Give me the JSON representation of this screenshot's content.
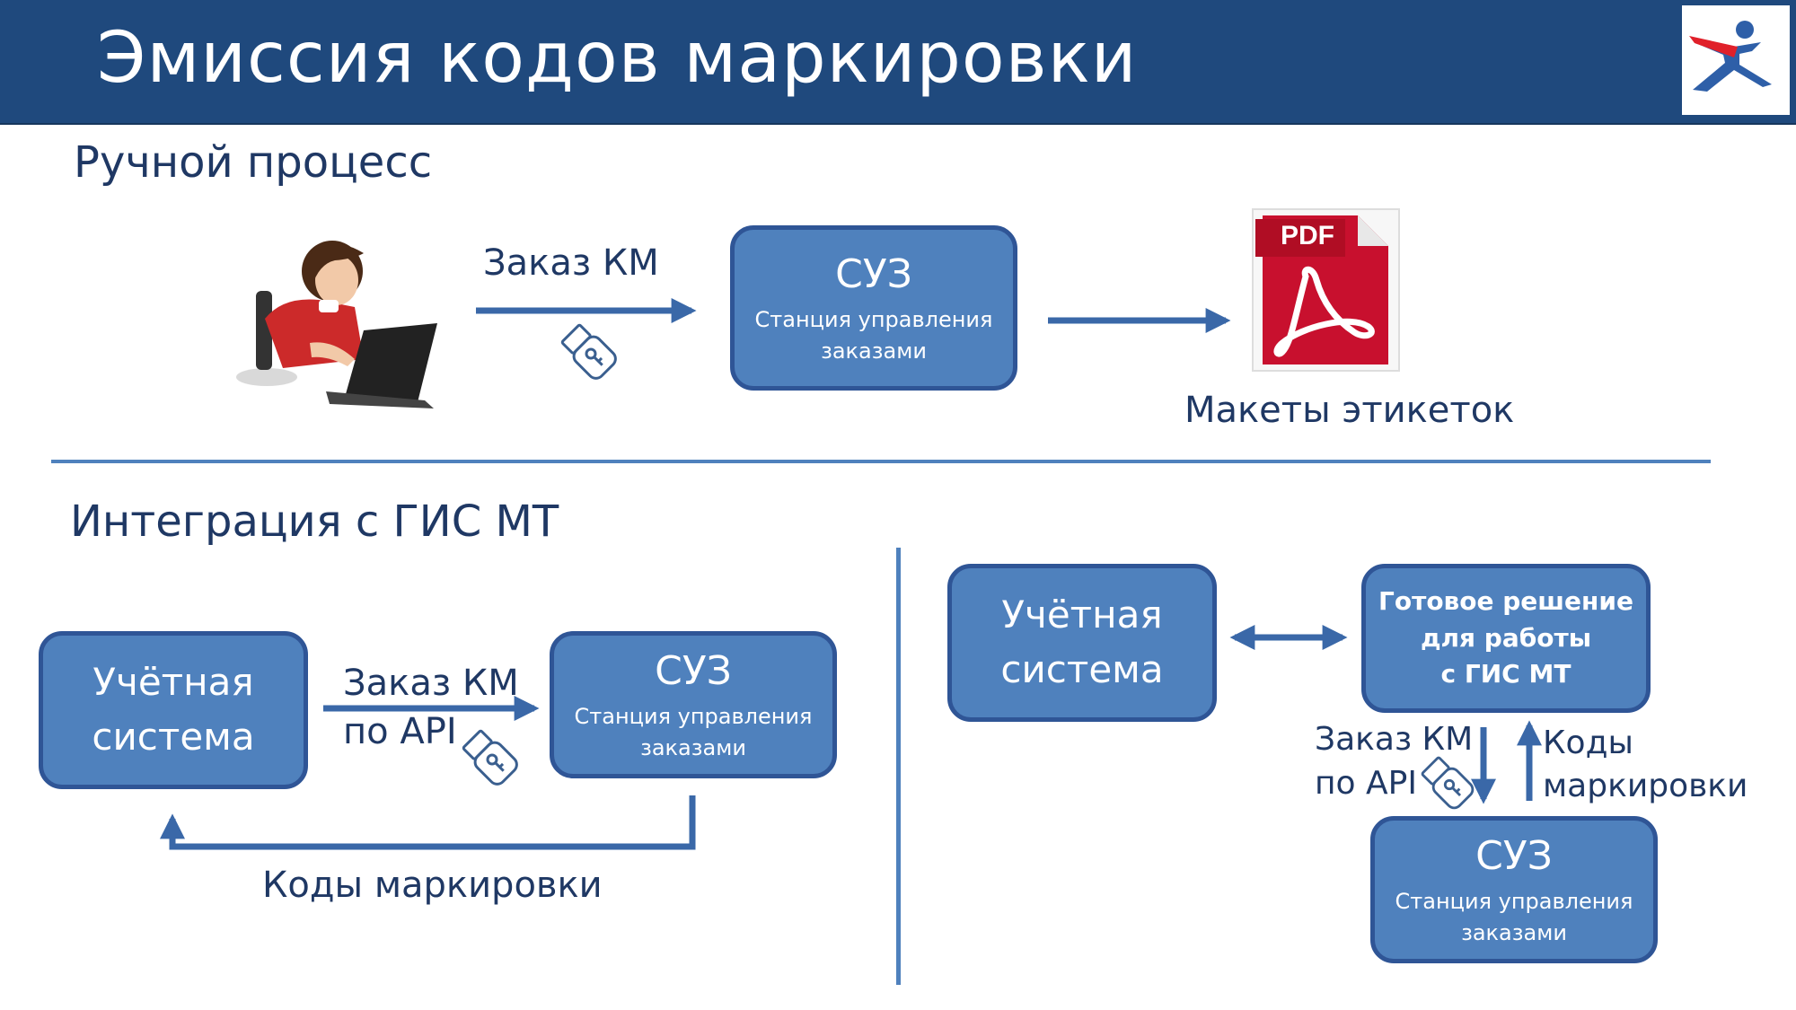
{
  "header": {
    "title": "Эмиссия кодов маркировки"
  },
  "manual": {
    "section_title": "Ручной процесс",
    "order_label": "Заказ КМ",
    "suz": {
      "title": "СУЗ",
      "subtitle_line1": "Станция управления",
      "subtitle_line2": "заказами"
    },
    "pdf_badge": "PDF",
    "output_label": "Макеты этикеток"
  },
  "integration": {
    "section_title": "Интеграция с ГИС МТ",
    "left": {
      "accounting": {
        "line1": "Учётная",
        "line2": "система"
      },
      "order_line1": "Заказ КМ",
      "order_line2": "по API",
      "suz": {
        "title": "СУЗ",
        "subtitle_line1": "Станция управления",
        "subtitle_line2": "заказами"
      },
      "return_label": "Коды маркировки"
    },
    "right": {
      "accounting": {
        "line1": "Учётная",
        "line2": "система"
      },
      "solution": {
        "line1": "Готовое решение",
        "line2": "для работы",
        "line3": "с ГИС МТ"
      },
      "order_line1": "Заказ КМ",
      "order_line2": "по API",
      "codes_line1": "Коды",
      "codes_line2": "маркировки",
      "suz": {
        "title": "СУЗ",
        "subtitle_line1": "Станция управления",
        "subtitle_line2": "заказами"
      }
    }
  },
  "colors": {
    "header_bg": "#1f497d",
    "box_fill": "#4f81bd",
    "box_border": "#2f5596",
    "arrow": "#3a68a8",
    "text": "#1f3864",
    "pdf_red": "#c8102e"
  }
}
